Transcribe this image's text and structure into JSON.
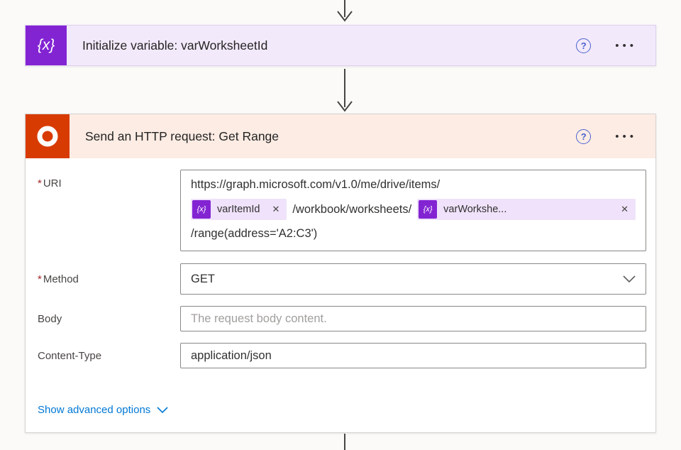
{
  "glyphs": {
    "token_badge": "{x}",
    "help": "?",
    "menu": "•••",
    "close": "✕",
    "required": "*"
  },
  "colors": {
    "variable_purple": "#8324d3",
    "variable_header_bg": "#f2e9fb",
    "token_pill_bg": "#efe2fa",
    "office_red": "#d83b01",
    "http_header_bg": "#fcece4",
    "link_blue": "#0078d4",
    "required_red": "#a4262c"
  },
  "card1": {
    "title": "Initialize variable: varWorksheetId"
  },
  "card2": {
    "title": "Send an HTTP request: Get Range",
    "advanced_label": "Show advanced options",
    "fields": {
      "uri": {
        "label": "URI",
        "line1": "https://graph.microsoft.com/v1.0/me/drive/items/",
        "token1": "varItemId",
        "mid": "/workbook/worksheets/",
        "token2": "varWorkshe...",
        "line3": "/range(address='A2:C3')"
      },
      "method": {
        "label": "Method",
        "value": "GET"
      },
      "body": {
        "label": "Body",
        "placeholder": "The request body content."
      },
      "content_type": {
        "label": "Content-Type",
        "value": "application/json"
      }
    }
  }
}
